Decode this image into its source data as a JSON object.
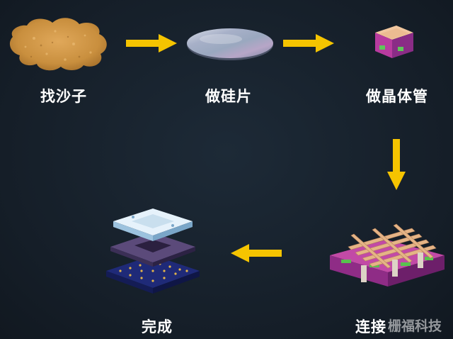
{
  "steps": [
    {
      "label": "找沙子"
    },
    {
      "label": "做硅片"
    },
    {
      "label": "做晶体管"
    },
    {
      "label": "连接"
    },
    {
      "label": "完成"
    }
  ],
  "watermark": {
    "text": "栅福科技"
  },
  "colors": {
    "background": "#17212c",
    "arrow": "#f5c400",
    "label": "#ffffff"
  }
}
